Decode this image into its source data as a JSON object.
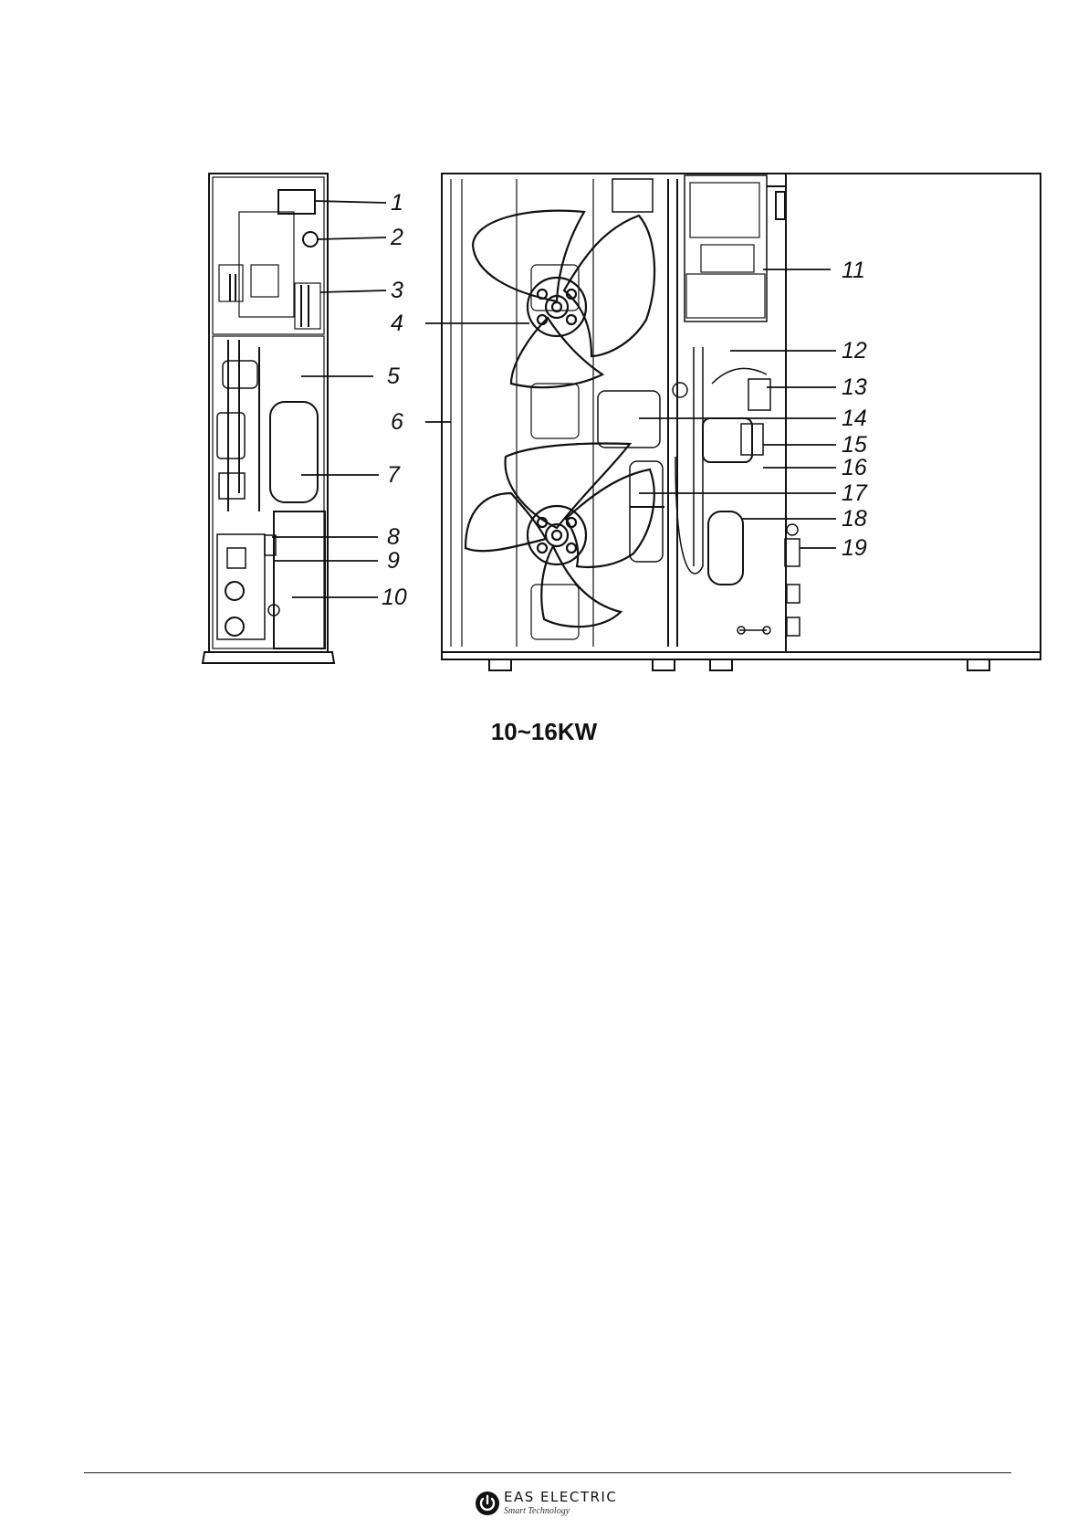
{
  "figure": {
    "caption": "10~16KW",
    "callouts": [
      "1",
      "2",
      "3",
      "4",
      "5",
      "6",
      "7",
      "8",
      "9",
      "10",
      "11",
      "12",
      "13",
      "14",
      "15",
      "16",
      "17",
      "18",
      "19"
    ]
  },
  "footer": {
    "brand_name": "EAS ELECTRIC",
    "tagline": "Smart Technology"
  },
  "colors": {
    "line": "#111111",
    "background": "#ffffff"
  },
  "icons": {
    "logo": "power-button-logo"
  }
}
